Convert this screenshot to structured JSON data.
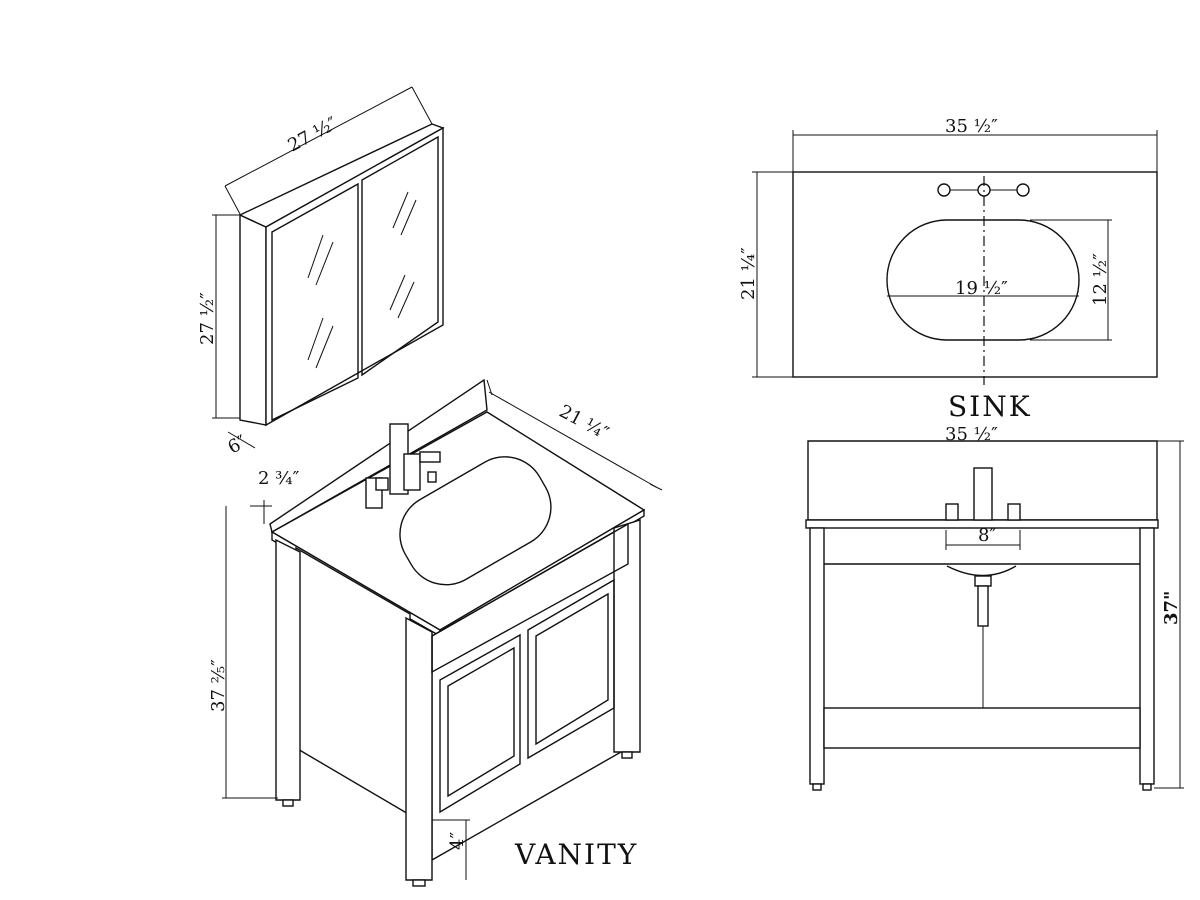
{
  "mirror_cabinet": {
    "width_label": "27 ½″",
    "height_label": "27 ½″",
    "depth_label": "6″"
  },
  "vanity": {
    "depth_label": "21 ¼″",
    "backsplash_label": "2 ¾″",
    "height_label": "37 ⅖″",
    "leg_label": "4″",
    "title": "VANITY"
  },
  "sink_top": {
    "width_label": "35 ½″",
    "depth_label": "21 ¼″",
    "basin_width_label": "19 ½″",
    "basin_depth_label": "12 ½″",
    "title": "SINK"
  },
  "front_view": {
    "width_label": "35 ½″",
    "faucet_spread_label": "8″",
    "height_label": "37\""
  }
}
